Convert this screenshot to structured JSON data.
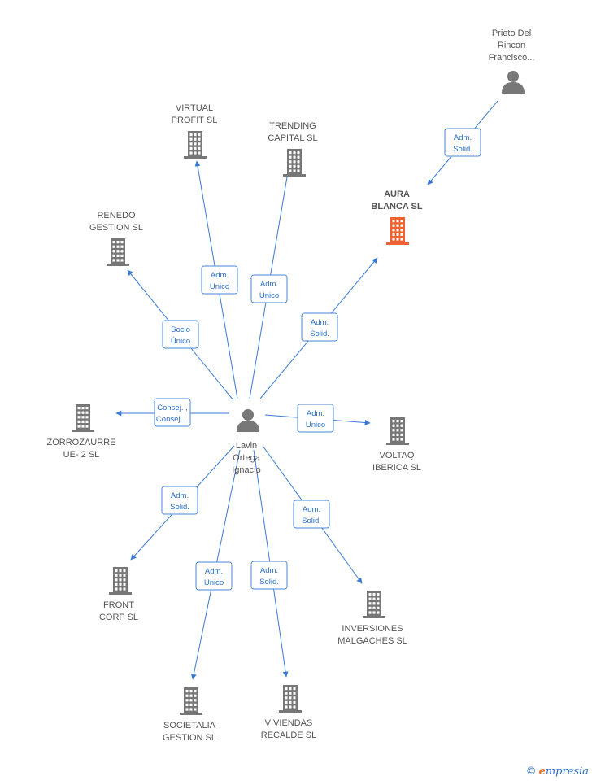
{
  "colors": {
    "building": "#777777",
    "building_highlight": "#f0622f",
    "person": "#777777",
    "edge": "#3a7ad4",
    "edge_label": "#2a6fc9"
  },
  "center": {
    "id": "lavin",
    "label": [
      "Lavin",
      "Ortega",
      "Ignacio"
    ],
    "icon": "person-icon"
  },
  "nodes": [
    {
      "id": "virtual",
      "label": [
        "VIRTUAL",
        "PROFIT  SL"
      ],
      "icon": "building-icon"
    },
    {
      "id": "trending",
      "label": [
        "TRENDING",
        "CAPITAL  SL"
      ],
      "icon": "building-icon"
    },
    {
      "id": "aura",
      "label": [
        "AURA",
        "BLANCA  SL"
      ],
      "icon": "building-icon",
      "highlight": true
    },
    {
      "id": "prieto",
      "label": [
        "Prieto Del",
        "Rincon",
        "Francisco..."
      ],
      "icon": "person-icon"
    },
    {
      "id": "renedo",
      "label": [
        "RENEDO",
        "GESTION  SL"
      ],
      "icon": "building-icon"
    },
    {
      "id": "zorro",
      "label": [
        "ZORROZAURRE",
        "UE- 2  SL"
      ],
      "icon": "building-icon"
    },
    {
      "id": "voltaq",
      "label": [
        "VOLTAQ",
        "IBERICA  SL"
      ],
      "icon": "building-icon"
    },
    {
      "id": "front",
      "label": [
        "FRONT",
        "CORP  SL"
      ],
      "icon": "building-icon"
    },
    {
      "id": "inversiones",
      "label": [
        "INVERSIONES",
        "MALGACHES SL"
      ],
      "icon": "building-icon"
    },
    {
      "id": "societalia",
      "label": [
        "SOCIETALIA",
        "GESTION SL"
      ],
      "icon": "building-icon"
    },
    {
      "id": "viviendas",
      "label": [
        "VIVIENDAS",
        "RECALDE SL"
      ],
      "icon": "building-icon"
    }
  ],
  "edges": [
    {
      "from": "lavin",
      "to": "virtual",
      "label": [
        "Adm.",
        "Unico"
      ]
    },
    {
      "from": "lavin",
      "to": "trending",
      "label": [
        "Adm.",
        "Unico"
      ]
    },
    {
      "from": "lavin",
      "to": "aura",
      "label": [
        "Adm.",
        "Solid."
      ]
    },
    {
      "from": "prieto",
      "to": "aura",
      "label": [
        "Adm.",
        "Solid."
      ]
    },
    {
      "from": "lavin",
      "to": "renedo",
      "label": [
        "Socio",
        "Único"
      ]
    },
    {
      "from": "lavin",
      "to": "zorro",
      "label": [
        "Consej. ,",
        "Consej...."
      ]
    },
    {
      "from": "lavin",
      "to": "voltaq",
      "label": [
        "Adm.",
        "Unico"
      ]
    },
    {
      "from": "lavin",
      "to": "front",
      "label": [
        "Adm.",
        "Solid."
      ]
    },
    {
      "from": "lavin",
      "to": "inversiones",
      "label": [
        "Adm.",
        "Solid."
      ]
    },
    {
      "from": "lavin",
      "to": "societalia",
      "label": [
        "Adm.",
        "Unico"
      ]
    },
    {
      "from": "lavin",
      "to": "viviendas",
      "label": [
        "Adm.",
        "Solid."
      ]
    }
  ],
  "brand": {
    "copyright": "©",
    "initial": "e",
    "rest": "mpresia"
  }
}
